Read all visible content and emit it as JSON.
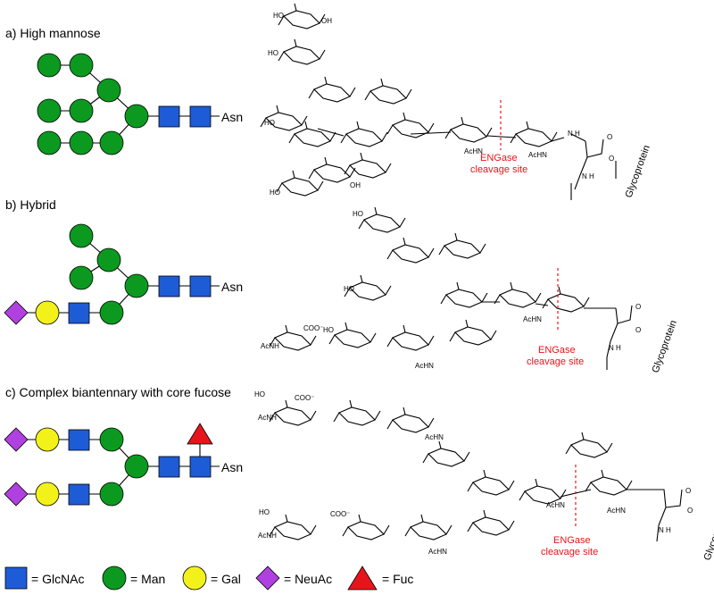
{
  "sections": [
    {
      "label": "a) High mannose"
    },
    {
      "label": "b) Hybrid"
    },
    {
      "label": "c) Complex biantennary with core fucose"
    }
  ],
  "asn_label": "Asn",
  "cleavage": {
    "line1": "ENGase",
    "line2": "cleavage site"
  },
  "structure_labels": {
    "glycoprotein": "Glycoprotein",
    "acetamido": "AcHN",
    "acetamido_reversed": "AcNH",
    "hydroxyl": "HO",
    "hydroxyl_reversed": "OH",
    "carboxylate": "COO⁻",
    "amide_nh": "N",
    "h": "H",
    "oxygen": "O"
  },
  "legend": [
    {
      "shape": "square",
      "color": "#1e5bd6",
      "label": "= GlcNAc"
    },
    {
      "shape": "circle",
      "color": "#0b9a1f",
      "label": "= Man"
    },
    {
      "shape": "circle",
      "color": "#f2f21a",
      "label": "= Gal"
    },
    {
      "shape": "diamond",
      "color": "#b140e0",
      "label": "= NeuAc"
    },
    {
      "shape": "triangle",
      "color": "#e8141c",
      "label": "= Fuc"
    }
  ],
  "colors": {
    "glcnac": "#1e5bd6",
    "man": "#0b9a1f",
    "gal": "#f2f21a",
    "neuac": "#b140e0",
    "fuc": "#e8141c",
    "cleavage": "#e8141c"
  }
}
